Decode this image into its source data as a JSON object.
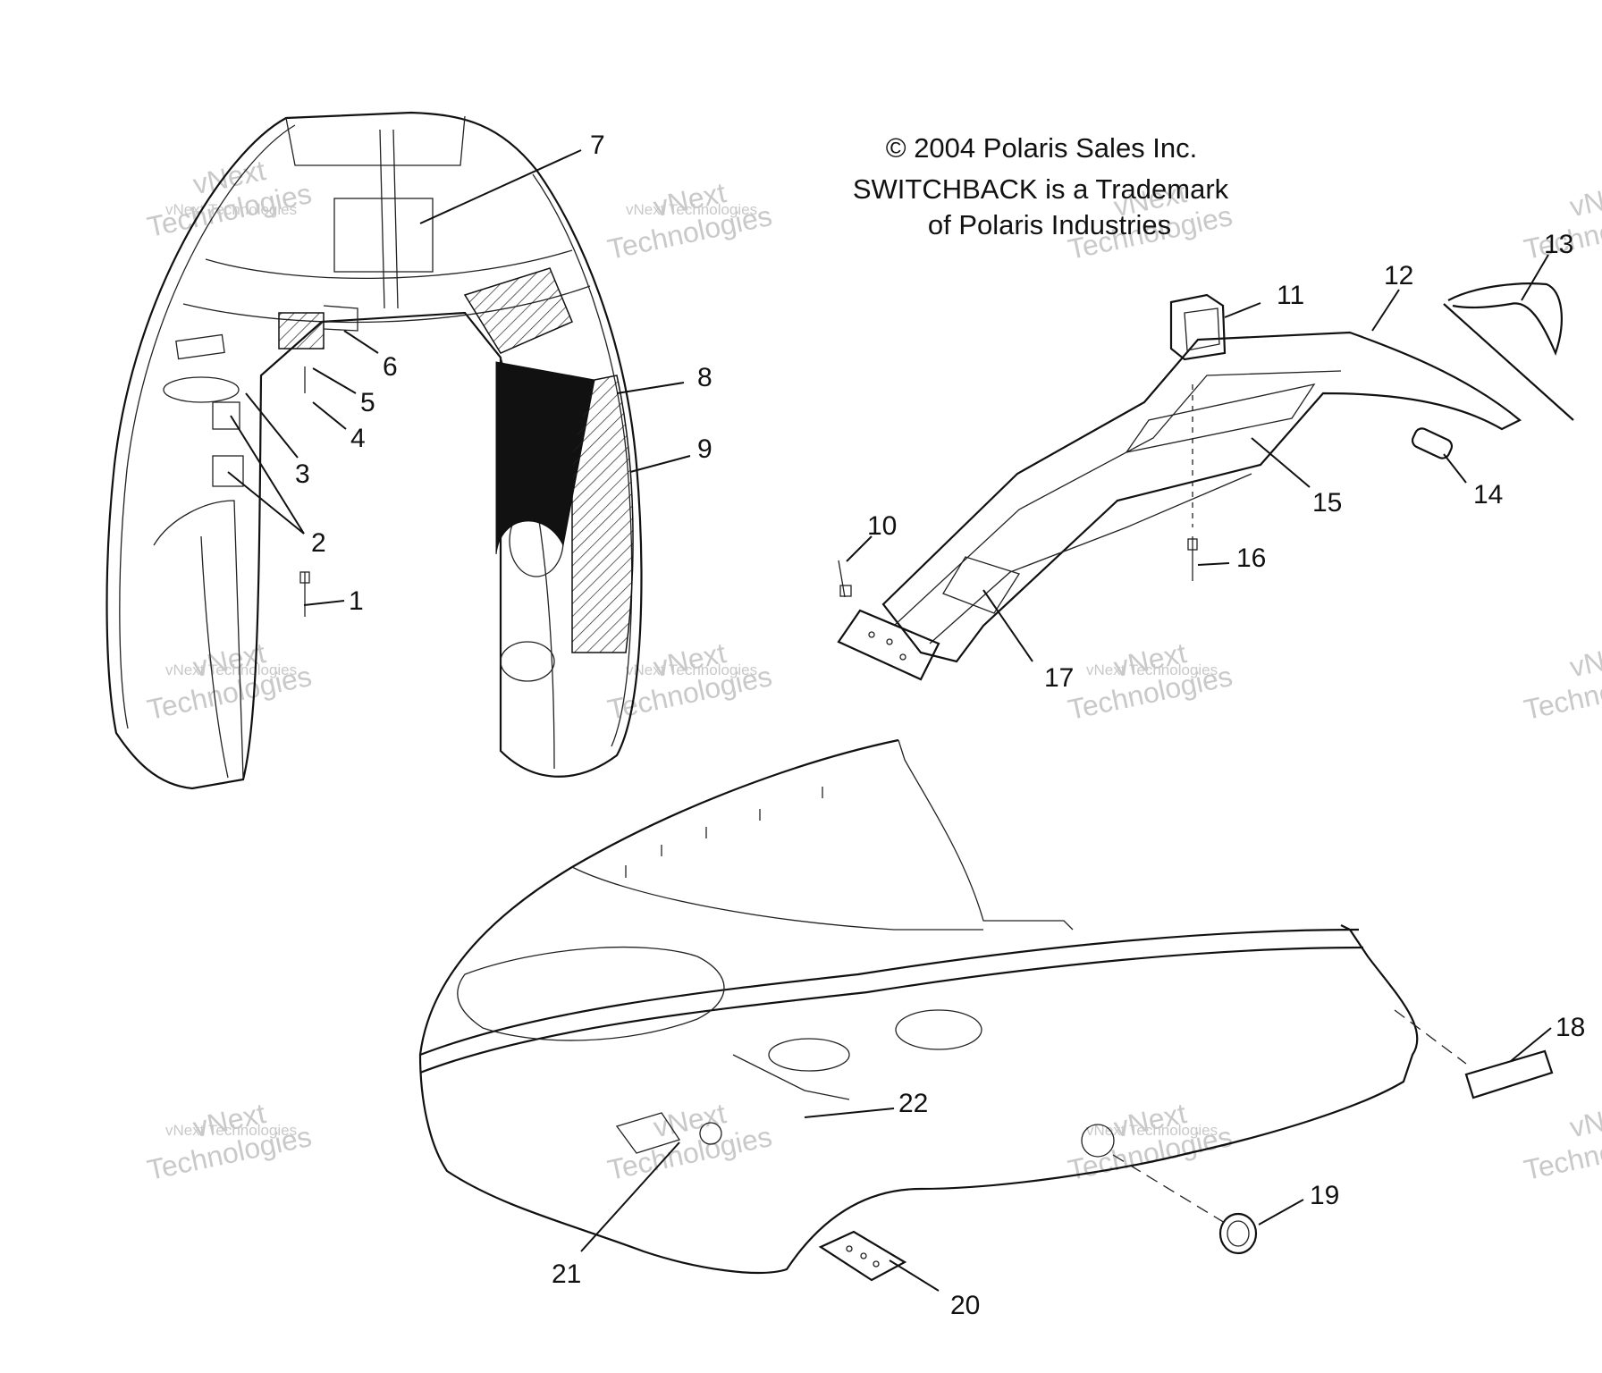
{
  "notice": {
    "copyright": "© 2004 Polaris Sales Inc.",
    "trademark_line1": "SWITCHBACK is a Trademark",
    "trademark_line2": "of Polaris Industries"
  },
  "watermark": {
    "line1": "vNext",
    "line2": "Technologies",
    "small": "vNext Technologies"
  },
  "callouts": [
    "1",
    "2",
    "3",
    "4",
    "5",
    "6",
    "7",
    "8",
    "9",
    "10",
    "11",
    "12",
    "13",
    "14",
    "15",
    "16",
    "17",
    "18",
    "19",
    "20",
    "21",
    "22"
  ]
}
